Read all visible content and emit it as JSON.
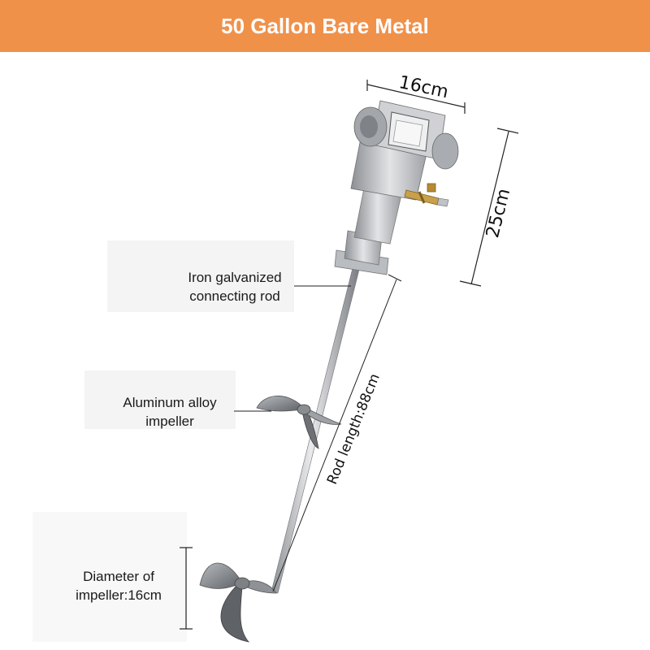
{
  "title": "50 Gallon Bare Metal",
  "dimensions": {
    "width": "16cm",
    "height": "25cm",
    "rod_length": "Rod length:88cm"
  },
  "labels": {
    "rod_line1": "Iron galvanized",
    "rod_line2": "connecting rod",
    "impeller_line1": "Aluminum alloy",
    "impeller_line2": "impeller",
    "diameter_line1": "Diameter of",
    "diameter_line2": "impeller:16cm"
  },
  "colors": {
    "banner": "#f0914a",
    "metal_light": "#d9dadc",
    "metal_dark": "#7c7f84",
    "brass": "#c9a04a"
  }
}
